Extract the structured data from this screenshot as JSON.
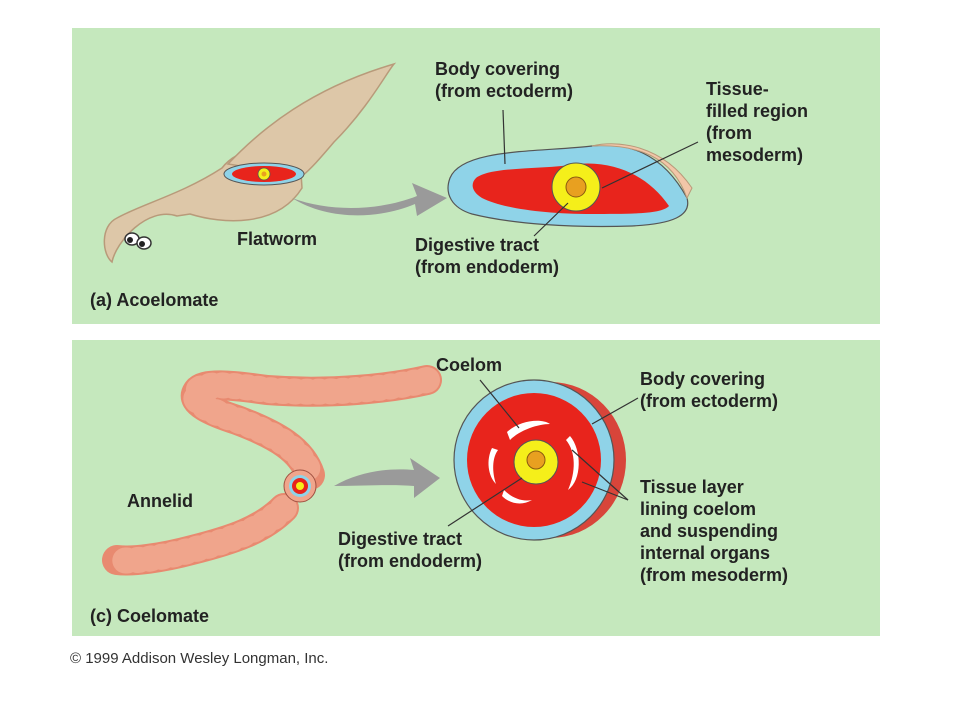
{
  "panel_a": {
    "caption": "(a) Acoelomate",
    "organism": "Flatworm",
    "body_covering": [
      "Body covering",
      "(from ectoderm)"
    ],
    "tissue_region": [
      "Tissue-",
      "filled region",
      "(from",
      "mesoderm)"
    ],
    "digestive": [
      "Digestive tract",
      "(from endoderm)"
    ]
  },
  "panel_c": {
    "caption": "(c) Coelomate",
    "organism": "Annelid",
    "coelom": "Coelom",
    "body_covering": [
      "Body covering",
      "(from ectoderm)"
    ],
    "tissue_layer": [
      "Tissue layer",
      "lining coelom",
      "and suspending",
      "internal organs",
      "(from mesoderm)"
    ],
    "digestive": [
      "Digestive tract",
      "(from endoderm)"
    ]
  },
  "copyright": "© 1999 Addison Wesley Longman, Inc.",
  "colors": {
    "panel_bg": "#c5e8bd",
    "ectoderm": "#8fd3e8",
    "mesoderm": "#e8241c",
    "endoderm": "#f5ef1a",
    "worm": "#f0a58c",
    "flatworm": "#ddc7a8"
  }
}
